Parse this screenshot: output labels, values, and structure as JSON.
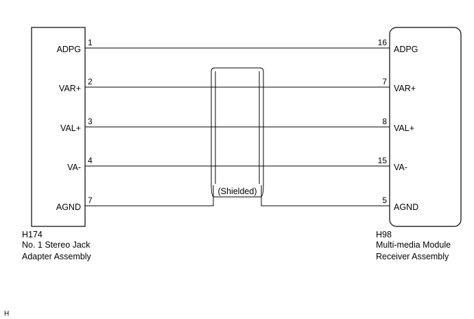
{
  "left_connector": {
    "code": "H174",
    "name_line1": "No. 1 Stereo Jack",
    "name_line2": "Adapter Assembly"
  },
  "right_connector": {
    "code": "H98",
    "name_line1": "Multi-media Module",
    "name_line2": "Receiver Assembly"
  },
  "shield_label": "(Shielded)",
  "footer_mark": "H",
  "wires": [
    {
      "left_label": "ADPG",
      "left_pin": "1",
      "right_pin": "16",
      "right_label": "ADPG",
      "shielded": false
    },
    {
      "left_label": "VAR+",
      "left_pin": "2",
      "right_pin": "7",
      "right_label": "VAR+",
      "shielded": true
    },
    {
      "left_label": "VAL+",
      "left_pin": "3",
      "right_pin": "8",
      "right_label": "VAL+",
      "shielded": true
    },
    {
      "left_label": "VA-",
      "left_pin": "4",
      "right_pin": "15",
      "right_label": "VA-",
      "shielded": true
    },
    {
      "left_label": "AGND",
      "left_pin": "7",
      "right_pin": "5",
      "right_label": "AGND",
      "shielded": false
    }
  ]
}
